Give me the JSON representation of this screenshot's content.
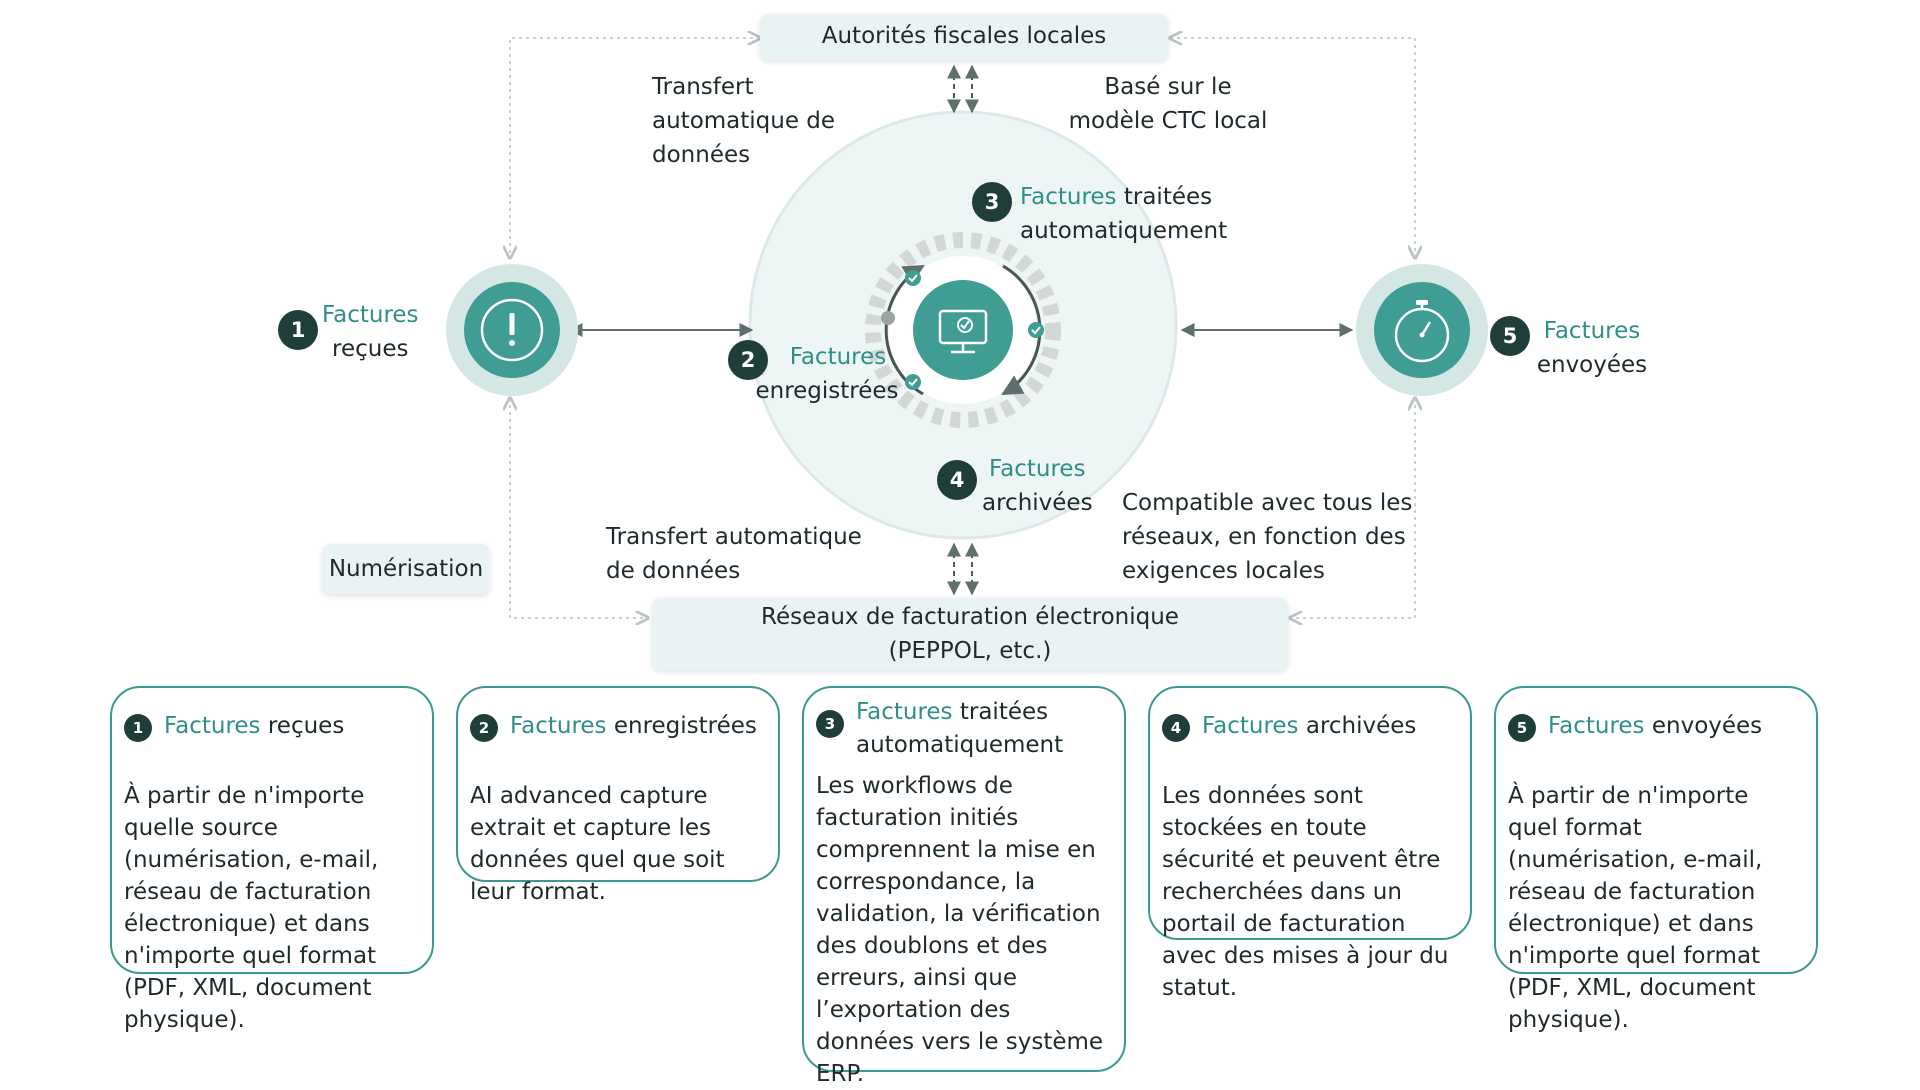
{
  "nodes": {
    "tax_authorities": "Autorités fiscales locales",
    "networks_line1": "Réseaux de facturation électronique",
    "networks_line2": "(PEPPOL, etc.)",
    "digitization": "Numérisation"
  },
  "annotations": {
    "transfer_top_1": "Transfert",
    "transfer_top_2": "automatique de",
    "transfer_top_3": "données",
    "ctc_1": "Basé sur le",
    "ctc_2": "modèle CTC local",
    "transfer_bottom_1": "Transfert automatique",
    "transfer_bottom_2": "de données",
    "compat_1": "Compatible avec tous les",
    "compat_2": "réseaux, en fonction des",
    "compat_3": "exigences locales"
  },
  "steps": [
    {
      "num": "1",
      "accent": "Factures",
      "rest": "reçues"
    },
    {
      "num": "2",
      "accent": "Factures",
      "rest": "enregistrées"
    },
    {
      "num": "3",
      "accent": "Factures",
      "rest": "traitées",
      "rest2": "automatiquement"
    },
    {
      "num": "4",
      "accent": "Factures",
      "rest": "archivées"
    },
    {
      "num": "5",
      "accent": "Factures",
      "rest": "envoyées"
    }
  ],
  "cards": [
    {
      "num": "1",
      "accent": "Factures",
      "rest": " reçues",
      "body": "À partir de n'importe quelle source (numérisation, e-mail, réseau de facturation électronique) et dans n'importe quel format (PDF, XML, document physique)."
    },
    {
      "num": "2",
      "accent": "Factures",
      "rest": " enregistrées",
      "body": "AI advanced capture extrait et capture les données quel que soit leur format."
    },
    {
      "num": "3",
      "accent": "Factures",
      "rest": " traitées automatiquement",
      "body": "Les workflows de facturation initiés comprennent la mise en correspondance, la validation, la vérification des doublons et des erreurs, ainsi que l’exportation des données vers le système ERP."
    },
    {
      "num": "4",
      "accent": "Factures",
      "rest": " archivées",
      "body": "Les données sont stockées en toute sécurité et peuvent être recherchées dans un portail de facturation avec des mises à jour du statut."
    },
    {
      "num": "5",
      "accent": "Factures",
      "rest": " envoyées",
      "body": "À partir de n'importe quel format (numérisation, e-mail, réseau de facturation électronique) et dans n'importe quel format (PDF, XML, document physique)."
    }
  ],
  "colors": {
    "accent": "#2f8f88",
    "badge": "#1f3d39",
    "node": "#3f9d93",
    "ring": "#cfe3e1",
    "panel": "#eaf3f3"
  }
}
